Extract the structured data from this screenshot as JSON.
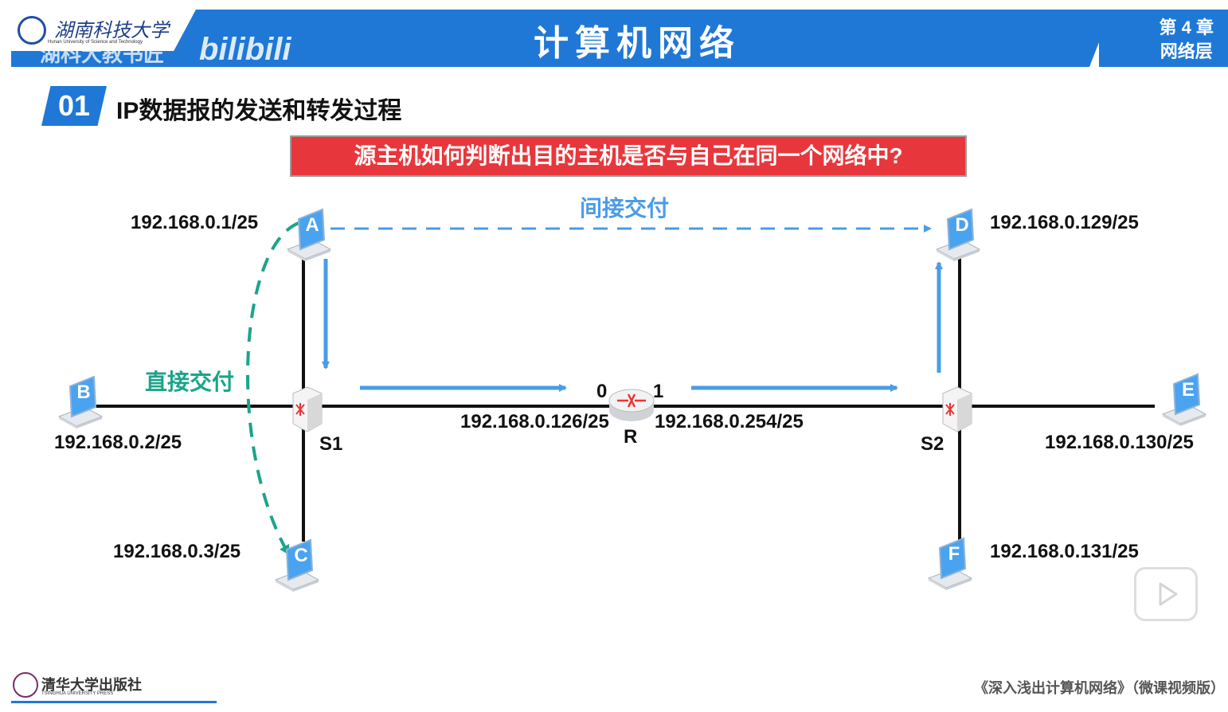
{
  "header": {
    "title": "计算机网络",
    "chapter": "第 4 章",
    "chapter_name": "网络层",
    "university": "湖南科技大学",
    "university_en": "Hunan University of Science and Technology",
    "watermark": "湖科大教书匠",
    "bilibili": "bilibili"
  },
  "section": {
    "number": "01",
    "title": "IP数据报的发送和转发过程"
  },
  "question": "源主机如何判断出目的主机是否与自己在同一个网络中?",
  "diagram": {
    "indirect_label": "间接交付",
    "direct_label": "直接交付",
    "hosts": {
      "A": {
        "name": "A",
        "ip": "192.168.0.1/25"
      },
      "B": {
        "name": "B",
        "ip": "192.168.0.2/25"
      },
      "C": {
        "name": "C",
        "ip": "192.168.0.3/25"
      },
      "D": {
        "name": "D",
        "ip": "192.168.0.129/25"
      },
      "E": {
        "name": "E",
        "ip": "192.168.0.130/25"
      },
      "F": {
        "name": "F",
        "ip": "192.168.0.131/25"
      }
    },
    "switches": {
      "S1": "S1",
      "S2": "S2"
    },
    "router": {
      "name": "R",
      "port0": "0",
      "port1": "1",
      "ip0": "192.168.0.126/25",
      "ip1": "192.168.0.254/25"
    },
    "colors": {
      "link": "#111111",
      "flow": "#4a9ce6",
      "direct": "#1aa58a",
      "host": "#4aa3f0"
    }
  },
  "footer": {
    "publisher": "清华大学出版社",
    "publisher_en": "TSINGHUA UNIVERSITY PRESS",
    "book": "《深入浅出计算机网络》（微课视频版）"
  }
}
